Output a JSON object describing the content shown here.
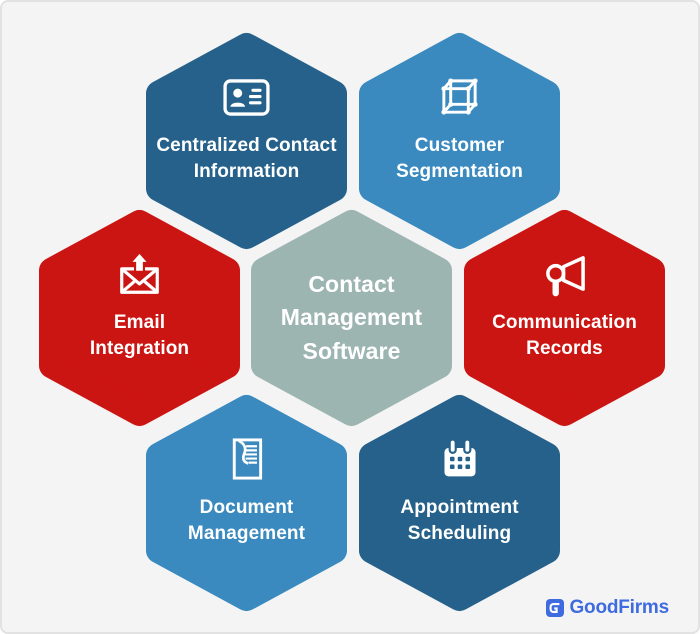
{
  "canvas": {
    "background_color": "#f4f4f5",
    "border_color": "#e2e2e3"
  },
  "center_hexagon": {
    "label": "Contact Management Software",
    "lines": [
      "Contact",
      "Management",
      "Software"
    ],
    "color": "#9db5b1",
    "text_color": "#ffffff"
  },
  "hexagons": [
    {
      "label": "Centralized Contact Information",
      "lines": [
        "Centralized Contact",
        "Information"
      ],
      "icon": "contact-card-icon",
      "color": "#25618a",
      "position": "top-left"
    },
    {
      "label": "Customer Segmentation",
      "lines": [
        "Customer",
        "Segmentation"
      ],
      "icon": "cube-icon",
      "color": "#3a8abf",
      "position": "top-right"
    },
    {
      "label": "Email Integration",
      "lines": [
        "Email",
        "Integration"
      ],
      "icon": "email-export-icon",
      "color": "#cb1512",
      "position": "middle-left"
    },
    {
      "label": "Communication Records",
      "lines": [
        "Communication",
        "Records"
      ],
      "icon": "megaphone-icon",
      "color": "#cb1512",
      "position": "middle-right"
    },
    {
      "label": "Document Management",
      "lines": [
        "Document",
        "Management"
      ],
      "icon": "document-icon",
      "color": "#3a8abf",
      "position": "bottom-left"
    },
    {
      "label": "Appointment Scheduling",
      "lines": [
        "Appointment",
        "Scheduling"
      ],
      "icon": "calendar-icon",
      "color": "#25618a",
      "position": "bottom-right"
    }
  ],
  "footer": {
    "logo_text": "GoodFirms",
    "logo_color": "#3f6be0"
  },
  "text_color": "#ffffff"
}
